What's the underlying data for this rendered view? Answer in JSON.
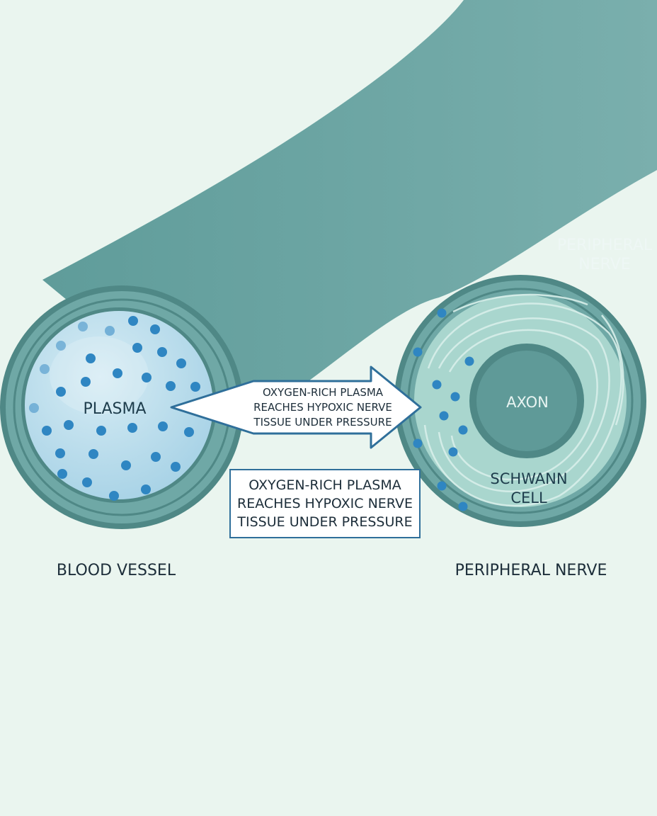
{
  "labels": {
    "plasma": "PLASMA",
    "axon": "AXON",
    "schwann_line1": "SCHWANN",
    "schwann_line2": "CELL",
    "nerve_top_line1": "PERIPHERAL",
    "nerve_top_line2": "NERVE",
    "blood_vessel": "BLOOD VESSEL",
    "peripheral_nerve": "PERIPHERAL NERVE"
  },
  "arrow_text": [
    "OXYGEN-RICH PLASMA",
    "REACHES HYPOXIC NERVE",
    "TISSUE UNDER PRESSURE"
  ],
  "callout_text": [
    "OXYGEN-RICH PLASMA",
    "REACHES HYPOXIC NERVE",
    "TISSUE UNDER PRESSURE"
  ],
  "colors": {
    "background": "#eaf5ef",
    "tissue": "#6fa8a6",
    "vessel_ring": "#5c9896",
    "plasma": "#bfe0ee",
    "oxygen_dot": "#2f86c2",
    "nerve_sheath": "#a9d6ce",
    "axon": "#5f9a98",
    "callout_border": "#2f6f9a"
  }
}
